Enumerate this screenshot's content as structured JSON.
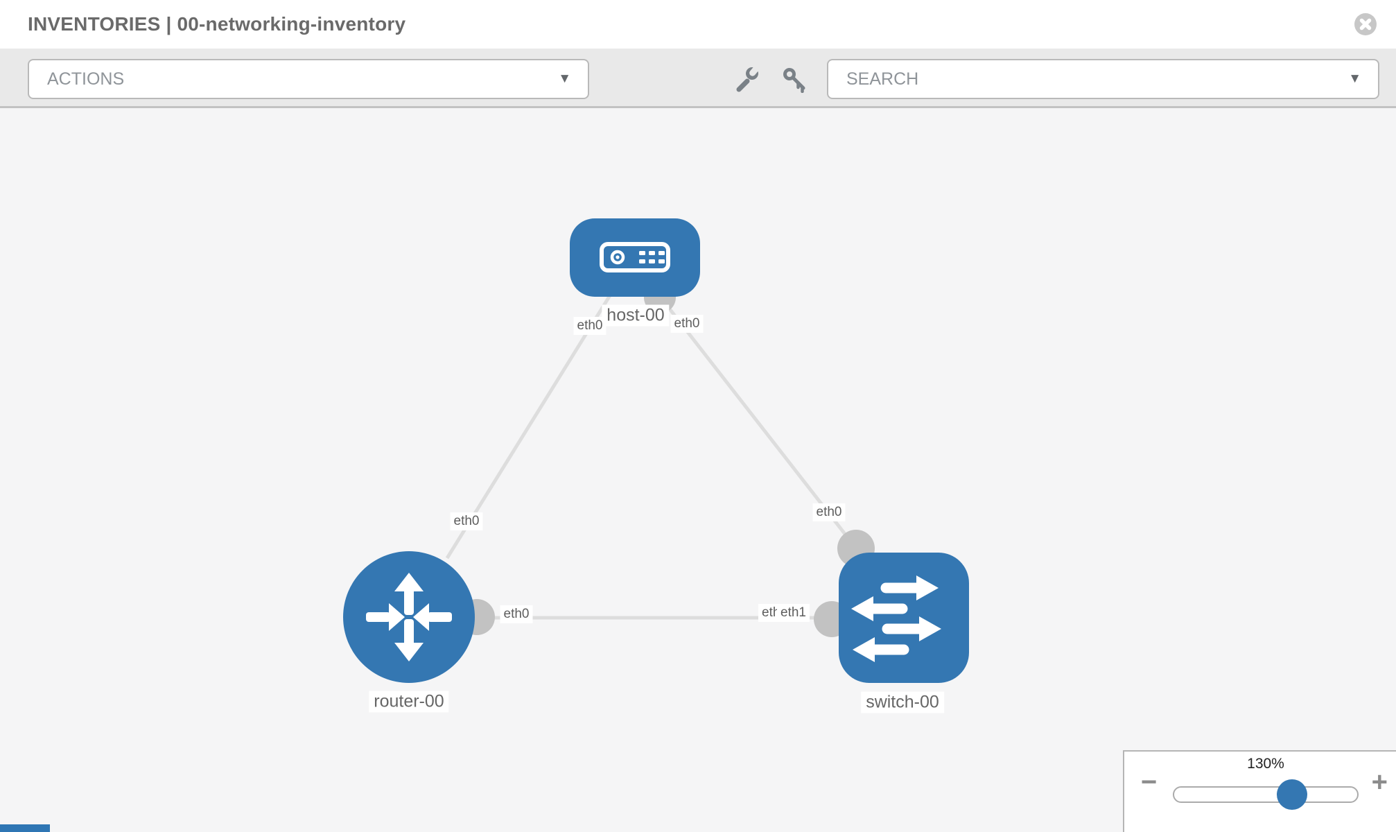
{
  "header": {
    "title": "INVENTORIES | 00-networking-inventory"
  },
  "toolbar": {
    "actions_label": "ACTIONS",
    "search_placeholder": "SEARCH",
    "caret": "▼"
  },
  "topology": {
    "nodes": {
      "host": {
        "label": "host-00",
        "type": "host"
      },
      "router": {
        "label": "router-00",
        "type": "router"
      },
      "switch": {
        "label": "switch-00",
        "type": "switch"
      }
    },
    "ports": {
      "host_port_left": "eth0",
      "host_port_right": "eth0",
      "uplink_router_port": "eth0",
      "uplink_switch_port": "eth0",
      "trunk_router_port": "eth0",
      "trunk_switch_port_a": "eth0",
      "trunk_switch_port_b": "eth1"
    },
    "links": [
      {
        "from": "host-00",
        "to": "router-00"
      },
      {
        "from": "host-00",
        "to": "switch-00"
      },
      {
        "from": "router-00",
        "to": "switch-00"
      }
    ]
  },
  "zoom": {
    "level": "130%",
    "minus": "−",
    "plus": "+"
  },
  "colors": {
    "node_blue": "#3477b2",
    "edge_gray": "#dddddd",
    "connector_gray": "#c2c2c2",
    "toolbar_gray": "#e9e9e9"
  }
}
